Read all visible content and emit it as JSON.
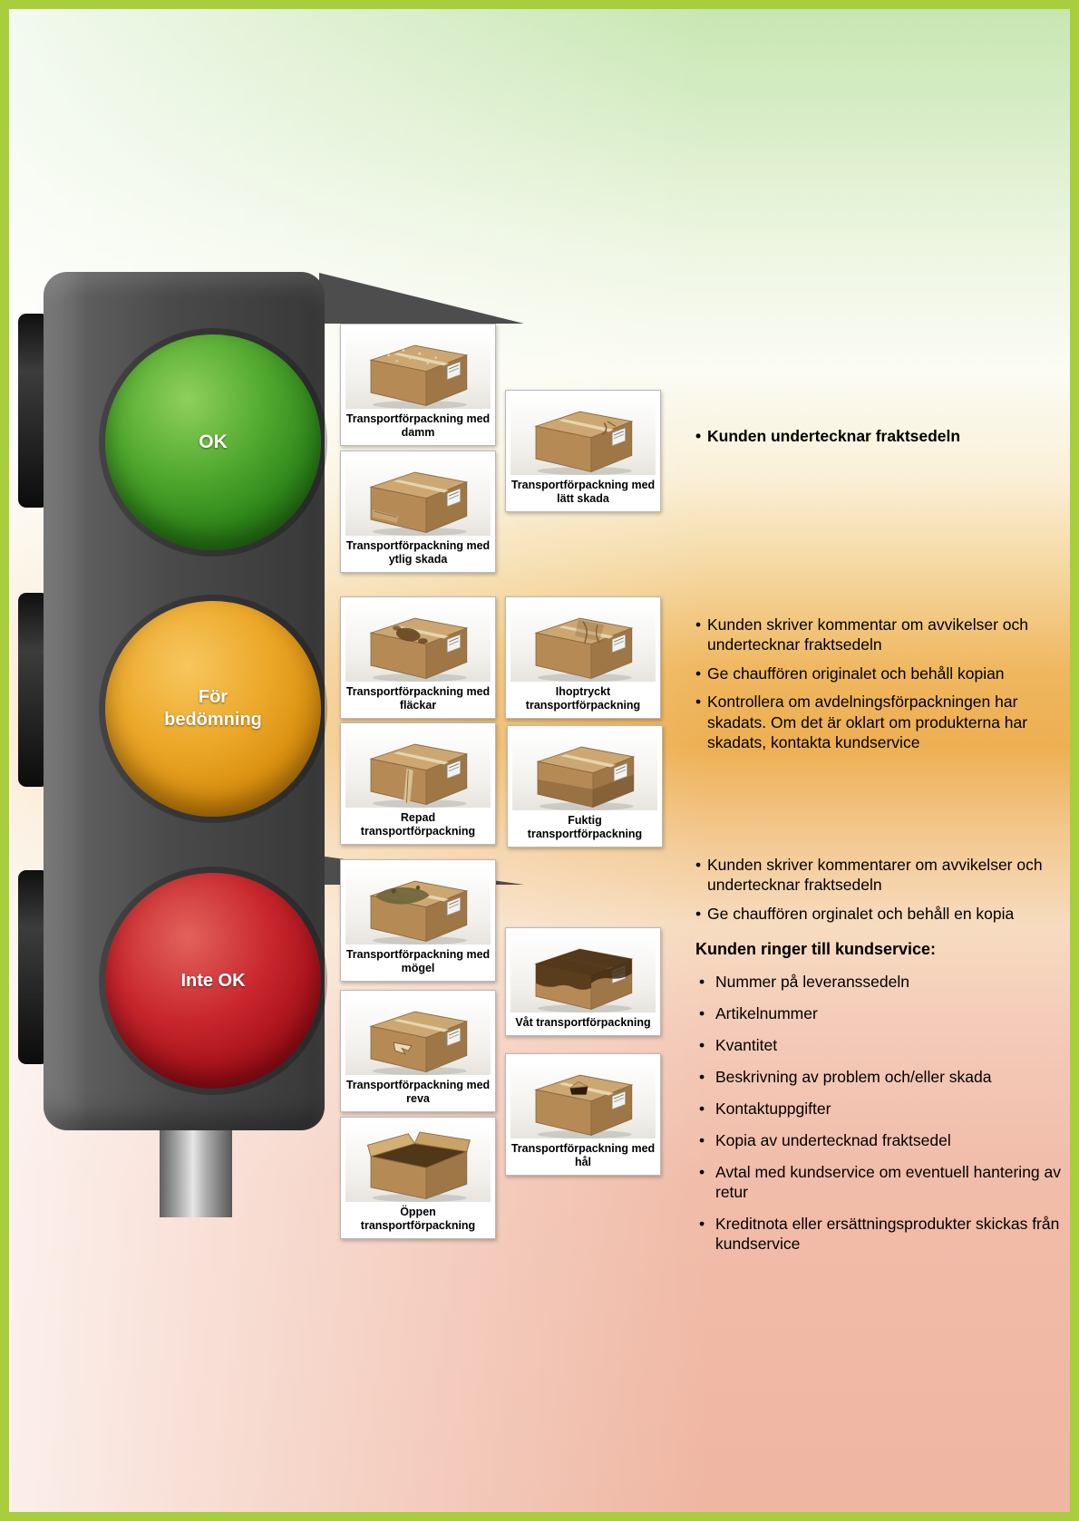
{
  "colors": {
    "border": "#a8ce3e",
    "green_light": "#2c8418",
    "amber_light": "#d88c0c",
    "red_light": "#a30f18",
    "housing": "#4a4a4a"
  },
  "traffic_light": {
    "green_label": "OK",
    "amber_label": "För\nbedömning",
    "red_label": "Inte OK"
  },
  "packages": [
    {
      "caption": "Transportförpackning med damm",
      "icon": "box-with-dust"
    },
    {
      "caption": "Transportförpackning med lätt skada",
      "icon": "box-with-light-damage"
    },
    {
      "caption": "Transportförpackning med ytlig skada",
      "icon": "box-with-surface-damage"
    },
    {
      "caption": "Transportförpackning med fläckar",
      "icon": "box-with-stains"
    },
    {
      "caption": "Ihoptryckt transportförpackning",
      "icon": "box-compressed"
    },
    {
      "caption": "Repad transportförpackning",
      "icon": "box-scratched"
    },
    {
      "caption": "Fuktig transportförpackning",
      "icon": "box-damp"
    },
    {
      "caption": "Transportförpackning med mögel",
      "icon": "box-with-mold"
    },
    {
      "caption": "Våt transportförpackning",
      "icon": "box-wet"
    },
    {
      "caption": "Transportförpackning med reva",
      "icon": "box-with-tear"
    },
    {
      "caption": "Transportförpackning med hål",
      "icon": "box-with-hole"
    },
    {
      "caption": "Öppen transportförpackning",
      "icon": "box-open"
    }
  ],
  "notes": {
    "bullet": "•",
    "ok": [
      "Kunden undertecknar fraktsedeln"
    ],
    "assessment": [
      "Kunden skriver kommentar om avvikelser och undertecknar fraktsedeln",
      "Ge chauffören originalet och behåll kopian",
      "Kontrollera om avdelningsförpackningen har skadats. Om det är oklart om produkterna har skadats, kontakta kundservice"
    ],
    "not_ok": [
      "Kunden skriver kommentarer om avvikelser och undertecknar fraktsedeln",
      "Ge chauffören orginalet och behåll en kopia"
    ],
    "call_heading": "Kunden ringer till kundservice:",
    "call_items": [
      "Nummer på leveranssedeln",
      "Artikelnummer",
      "Kvantitet",
      "Beskrivning av problem och/eller skada",
      "Kontaktuppgifter",
      "Kopia av undertecknad fraktsedel",
      "Avtal med kundservice om eventuell hantering av retur",
      "Kreditnota eller ersättningsprodukter skickas från kundservice"
    ]
  }
}
